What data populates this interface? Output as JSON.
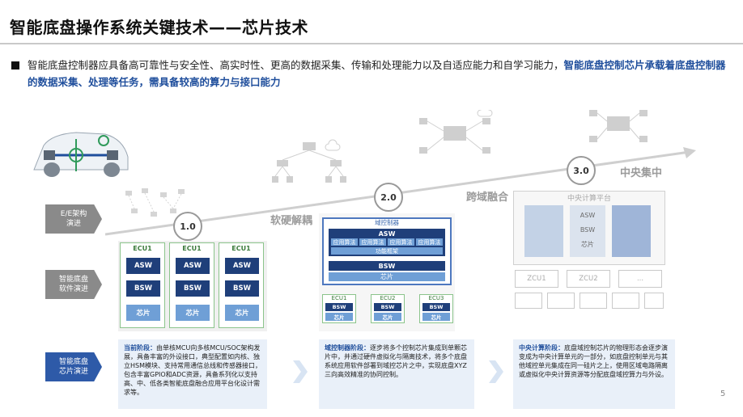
{
  "title": "智能底盘操作系统关键技术——芯片技术",
  "intro": {
    "text_normal": "智能底盘控制器应具备高可靠性与安全性、高实时性、更高的数据采集、传输和处理能力以及自适应能力和自学习能力，",
    "text_highlight": "智能底盘控制芯片承载着底盘控制器的数据采集、处理等任务，需具备较高的算力与接口能力"
  },
  "row_labels": {
    "ee": "E/E架构\n演进",
    "sw": "智能底盘\n软件演进",
    "chip": "智能底盘\n芯片演进"
  },
  "phases": [
    {
      "num": "1.0",
      "name": "软硬解耦"
    },
    {
      "num": "2.0",
      "name": "跨域融合"
    },
    {
      "num": "3.0",
      "name": "中央集中"
    }
  ],
  "ecu_stage": {
    "ecus": [
      {
        "title": "ECU1",
        "asw": "ASW",
        "bsw": "BSW",
        "chip": "芯片"
      },
      {
        "title": "ECU1",
        "asw": "ASW",
        "bsw": "BSW",
        "chip": "芯片"
      },
      {
        "title": "ECU1",
        "asw": "ASW",
        "bsw": "BSW",
        "chip": "芯片"
      }
    ]
  },
  "domain_stage": {
    "title": "域控制器",
    "asw": "ASW",
    "apps": [
      "应用算法",
      "应用算法",
      "应用算法",
      "应用算法"
    ],
    "framework": "功能框架",
    "bsw": "BSW",
    "chip": "芯片",
    "ecus": [
      {
        "title": "ECU1",
        "bsw": "BSW",
        "chip": "芯片"
      },
      {
        "title": "ECU2",
        "bsw": "BSW",
        "chip": "芯片"
      },
      {
        "title": "ECU3",
        "bsw": "BSW",
        "chip": "芯片"
      }
    ]
  },
  "central_stage": {
    "title": "中央计算平台",
    "asw": "ASW",
    "bsw": "BSW",
    "chip": "芯片",
    "zones": [
      "ZCU1",
      "ZCU2",
      "..."
    ]
  },
  "descriptions": {
    "current": {
      "label": "当前阶段：",
      "text": "由单核MCU向多核MCU/SOC架构发展，具备丰富的外设接口，典型配置如内核、独立HSM模块、支持常用通信总线和传感器接口，包含丰富GPIO和ADC资源，具备系列化以支持高、中、低各类智能底盘融合应用平台化设计需求等。"
    },
    "domain": {
      "label": "域控制器阶段：",
      "text": "逐步将多个控制芯片集成到单颗芯片中，并通过硬件虚拟化与隔离技术，将多个底盘系统应用软件部署到域控芯片之中，实现底盘XYZ三向高效精准的协同控制。"
    },
    "central": {
      "label": "中央计算阶段：",
      "text": "底盘域控制芯片的物理形态会逐步演变成为中央计算单元的一部分，如底盘控制单元与其他域控单元集成在同一硅片之上，使用区域电路隔离或虚拟化中央计算资源等分配底盘域控算力与外设。"
    }
  },
  "page_number": "5",
  "colors": {
    "dark_blue": "#1f3f7a",
    "light_blue": "#6f9fd6",
    "accent": "#1f4e9c",
    "green_border": "#8bc48b"
  }
}
